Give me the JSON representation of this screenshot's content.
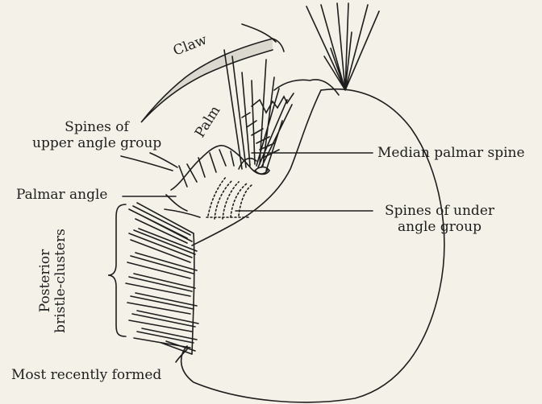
{
  "labels": {
    "claw": "Claw",
    "palm": "Palm",
    "spines_upper_angle": [
      "Spines of",
      "upper angle group"
    ],
    "palmar_angle": "Palmar angle",
    "median_palmar_spine": "Median palmar spine",
    "spines_under_angle": [
      "Spines of under",
      "angle group"
    ],
    "posterior_bristle_clusters": "Posterior bristle-clusters",
    "most_recently_formed": "Most recently formed"
  },
  "colors": {
    "ink": "#1e1e1e",
    "paper": "#f4f1e8"
  }
}
